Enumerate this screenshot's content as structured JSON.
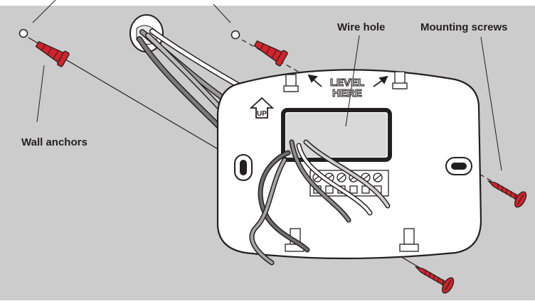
{
  "colors": {
    "background": "#cccccc",
    "outline": "#231f20",
    "plate": "#ffffff",
    "hardware": "#d2232a"
  },
  "callouts": {
    "wire_hole": "Wire hole",
    "mounting_screws": "Mounting screws",
    "wall_anchors": "Wall anchors"
  },
  "plate_markings": {
    "level_line1": "LEVEL",
    "level_line2": "HERE",
    "up_arrow": "UP"
  }
}
